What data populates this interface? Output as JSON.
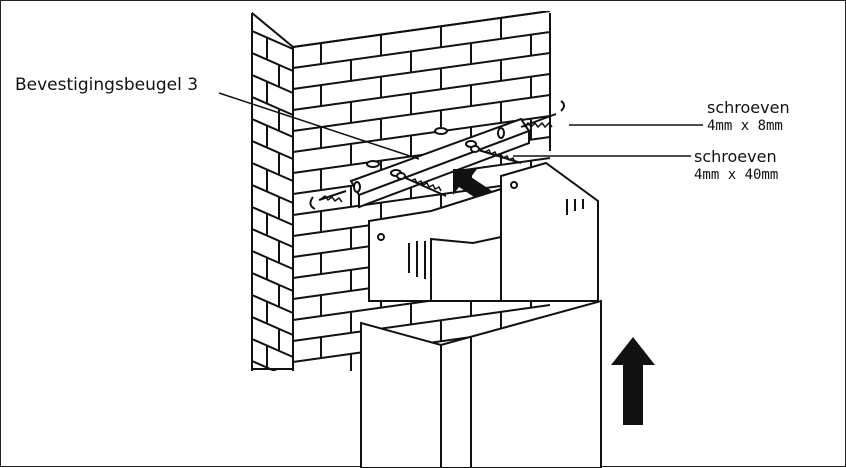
{
  "labels": {
    "bracket": "Bevestigingsbeugel 3",
    "screw_small_name": "schroeven",
    "screw_small_size": "4mm x 8mm",
    "screw_large_name": "schroeven",
    "screw_large_size": "4mm x 40mm"
  },
  "icons": {
    "up_arrow": "up-arrow-icon",
    "push_arrow": "diagonal-arrow-icon"
  },
  "colors": {
    "line": "#111111",
    "fill_white": "#ffffff",
    "arrow": "#111111"
  }
}
